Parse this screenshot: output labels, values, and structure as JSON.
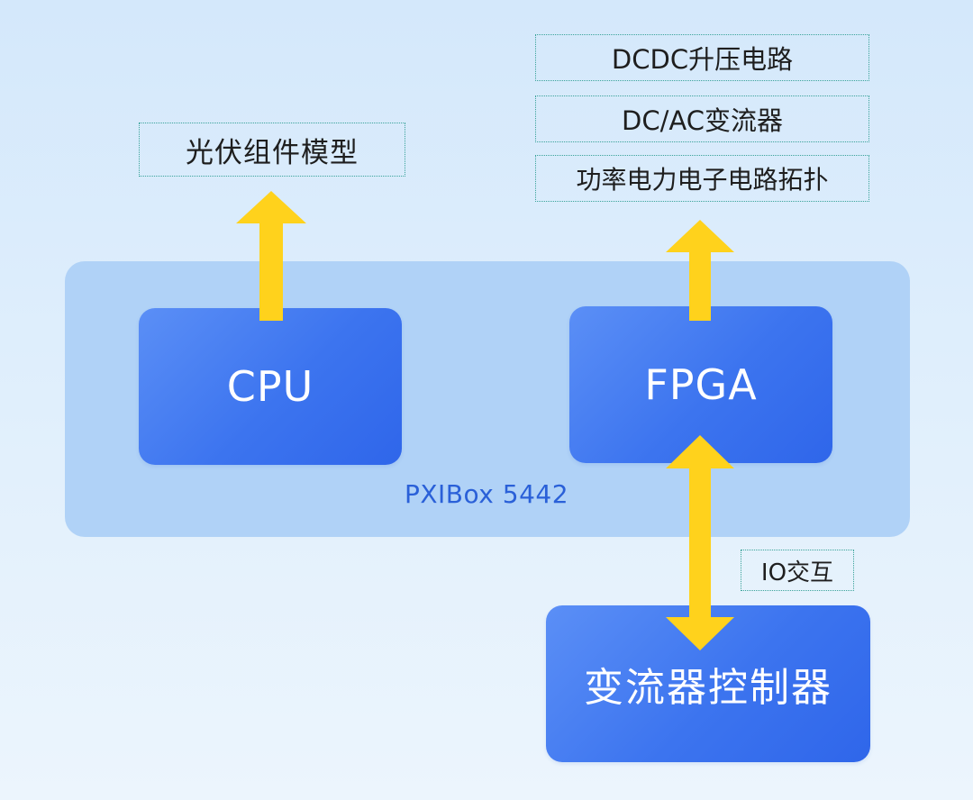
{
  "colors": {
    "background": "#dbecfb",
    "container": "#b0d2f7",
    "block": "#3c74ef",
    "arrow": "#ffd21c",
    "tag_border": "#3aa39a",
    "container_label": "#2a60d8"
  },
  "container": {
    "label": "PXIBox 5442"
  },
  "blocks": {
    "cpu": "CPU",
    "fpga": "FPGA",
    "controller": "变流器控制器"
  },
  "tags": {
    "pv_model": "光伏组件模型",
    "fpga_models": [
      "DCDC升压电路",
      "DC/AC变流器",
      "功率电力电子电路拓扑"
    ],
    "io": "IO交互"
  },
  "arrows": [
    {
      "from": "CPU",
      "to": "光伏组件模型",
      "direction": "up"
    },
    {
      "from": "FPGA",
      "to": "功率电力电子电路拓扑",
      "direction": "up"
    },
    {
      "from": "FPGA",
      "to": "变流器控制器",
      "direction": "bidirectional"
    }
  ]
}
